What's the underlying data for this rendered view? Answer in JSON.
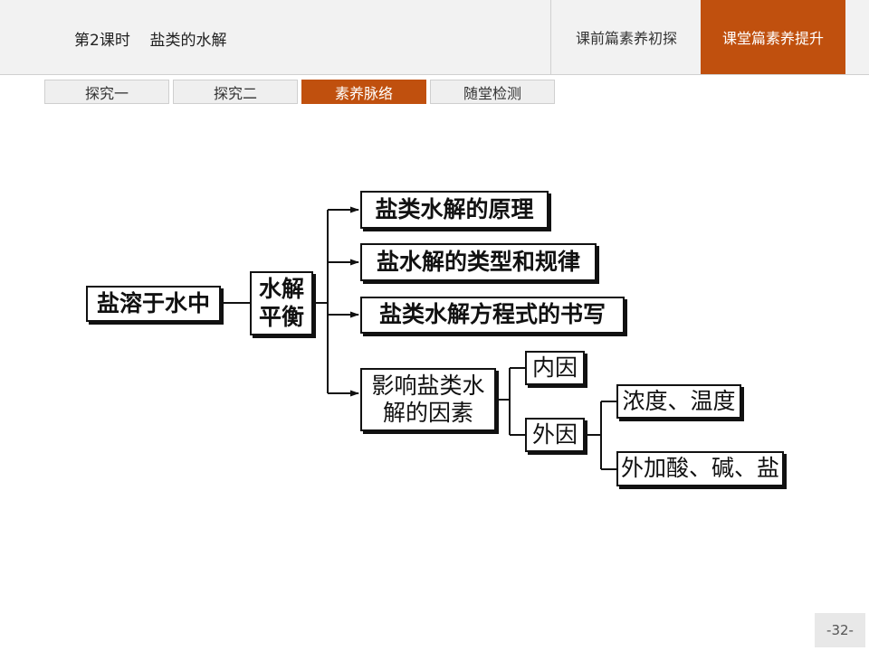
{
  "header": {
    "lesson_number": "第2课时",
    "lesson_title": "盐类的水解",
    "tabs": [
      {
        "label": "课前篇素养初探",
        "active": false
      },
      {
        "label": "课堂篇素养提升",
        "active": true
      }
    ]
  },
  "subtabs": [
    {
      "label": "探究一",
      "active": false
    },
    {
      "label": "探究二",
      "active": false
    },
    {
      "label": "素养脉络",
      "active": true
    },
    {
      "label": "随堂检测",
      "active": false
    }
  ],
  "diagram": {
    "root": "盐溶于水中",
    "center_line1": "水解",
    "center_line2": "平衡",
    "branches": [
      "盐类水解的原理",
      "盐水解的类型和规律",
      "盐类水解方程式的书写"
    ],
    "factors_line1": "影响盐类水",
    "factors_line2": "解的因素",
    "internal": "内因",
    "external": "外因",
    "external_items": [
      "浓度、温度",
      "外加酸、碱、盐"
    ]
  },
  "page_number": "-32-",
  "colors": {
    "accent": "#c0500e",
    "header_bg": "#f2f2f2"
  }
}
